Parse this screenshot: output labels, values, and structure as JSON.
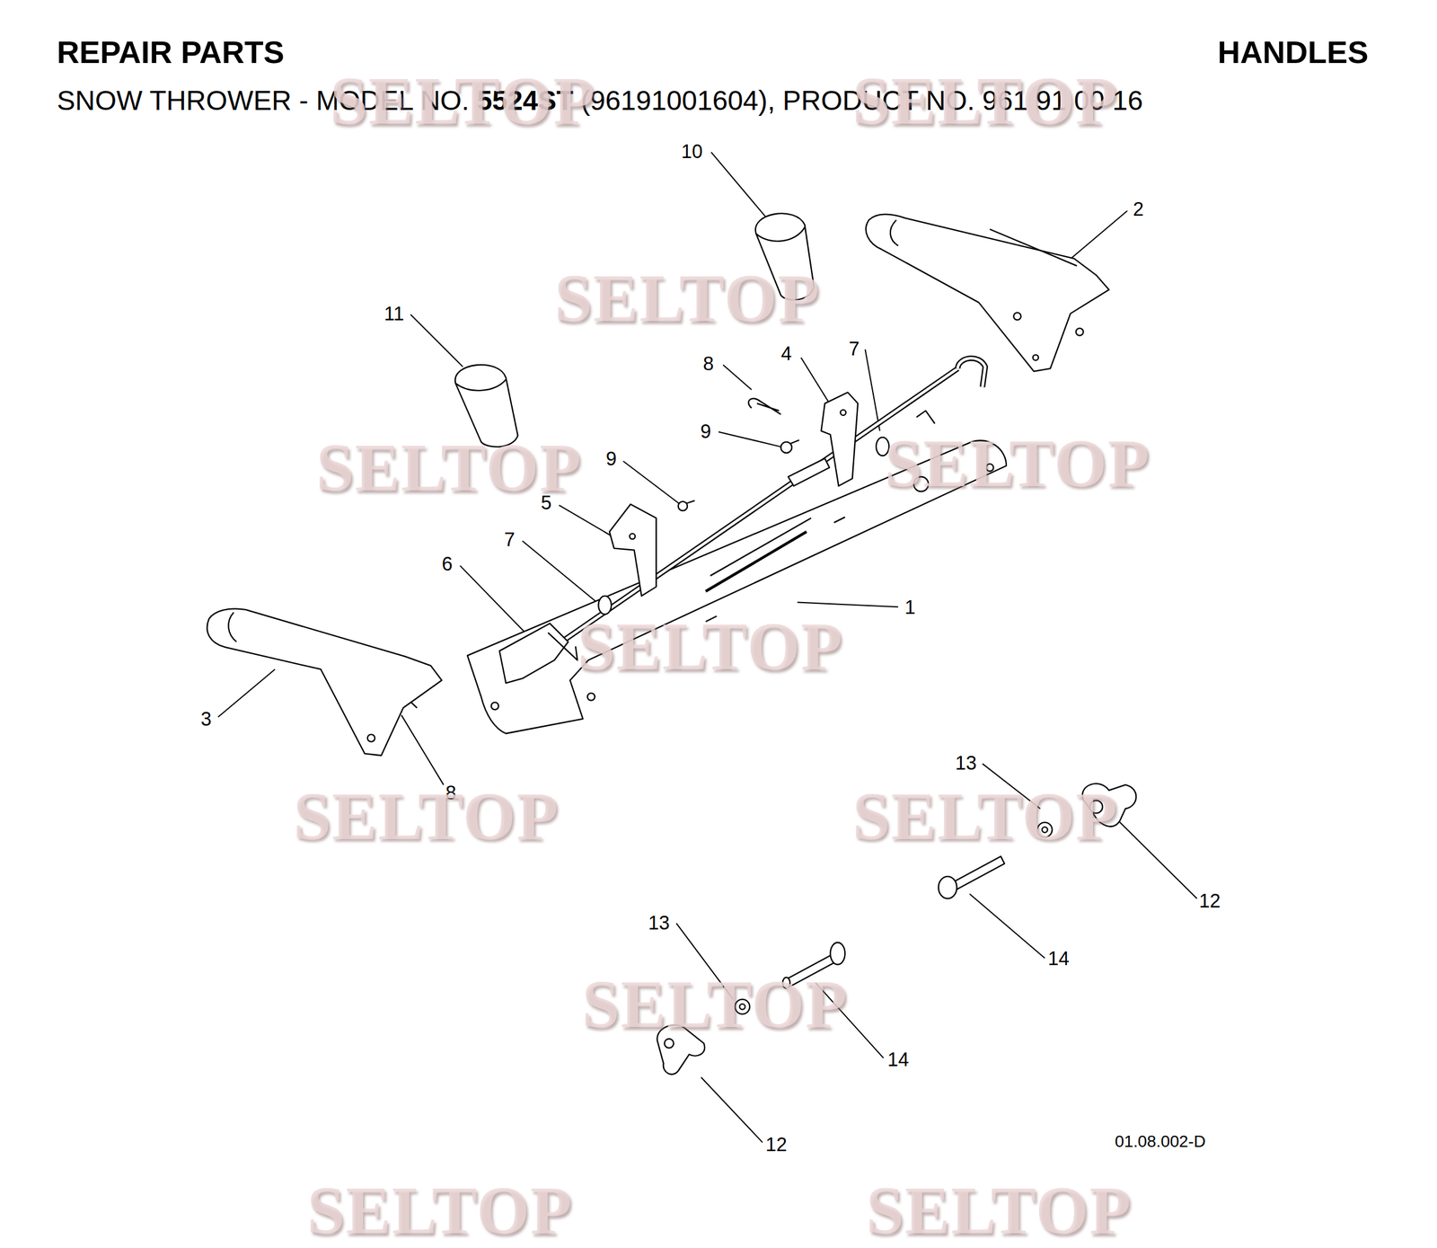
{
  "diagram": {
    "title": "REPAIR PARTS",
    "labels": [
      "HANDLES",
      "SNOW THROWER - MODEL NO.",
      "5524ST",
      "(96191001604), PRODUCT NO. 961 91 00 16",
      "10",
      "2",
      "11",
      "7",
      "4",
      "8",
      "9",
      "9",
      "5",
      "7",
      "6",
      "1",
      "3",
      "13",
      "8",
      "12",
      "13",
      "14",
      "14",
      "12",
      "01.08.002-D",
      "SELTOP",
      "SELTOP",
      "SELTOP",
      "SELTOP",
      "SELTOP",
      "SELTOP",
      "SELTOP",
      "SELTOP",
      "SELTOP",
      "SELTOP",
      "SELTOP"
    ]
  }
}
